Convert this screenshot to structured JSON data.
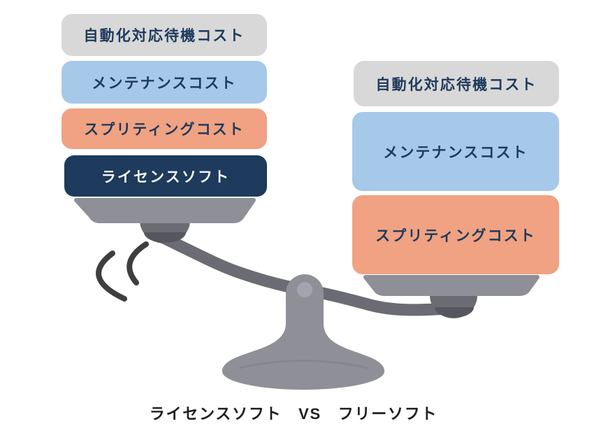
{
  "colors": {
    "block_gray": "#d8d8d8",
    "block_blue": "#a6c8e9",
    "block_orange": "#f0a282",
    "block_navy": "#1e3a5c",
    "label_text": "#1e3a5c",
    "label_text_on_navy": "#f5f7fa",
    "scale_body": "#8f8f98",
    "scale_beam": "#6b6b73",
    "scale_knob_dark": "#56565e",
    "scale_pivot": "#a4a4ad",
    "scale_ring": "#7f7f88",
    "motion_lines": "#3e3e3e",
    "caption_text": "#1f1f1f"
  },
  "left_stack": {
    "blocks": [
      {
        "label": "自動化対応待機コスト",
        "color": "gray",
        "height": 60
      },
      {
        "label": "メンテナンスコスト",
        "color": "blue",
        "height": 61
      },
      {
        "label": "スプリティングコスト",
        "color": "orange",
        "height": 58
      },
      {
        "label": "ライセンスソフト",
        "color": "navy",
        "height": 59
      }
    ]
  },
  "right_stack": {
    "blocks": [
      {
        "label": "自動化対応待機コスト",
        "color": "gray",
        "height": 65
      },
      {
        "label": "メンテナンスコスト",
        "color": "blue",
        "height": 113
      },
      {
        "label": "スプリティングコスト",
        "color": "orange",
        "height": 113
      }
    ]
  },
  "scale": {
    "icon": "balance-scale-icon",
    "tilt": "left-pan-lower"
  },
  "caption": {
    "text": "ライセンスソフト　VS　フリーソフト"
  }
}
